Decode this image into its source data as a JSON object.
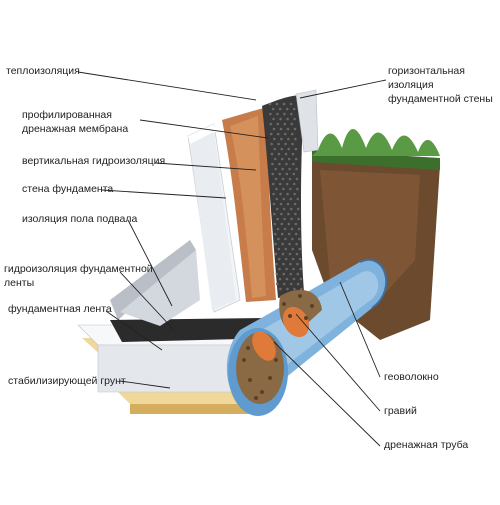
{
  "labels": {
    "thermal_insulation": "теплоизоляция",
    "horizontal_insulation": "горизонтальная изоляция\nфундаментной стены",
    "drainage_membrane": "профилированная\nдренажная мембрана",
    "vertical_waterproofing": "вертикальная гидроизоляция",
    "foundation_wall": "стена фундамента",
    "basement_floor_insulation": "изоляция пола подвала",
    "strip_waterproofing": "гидроизоляция фундаментной\nленты",
    "foundation_strip": "фундаментная лента",
    "stabilizing_soil": "стабилизирующей грунт",
    "geotextile": "геоволокно",
    "gravel": "гравий",
    "drain_pipe": "дренажная труба"
  },
  "colors": {
    "wall": "#eef0f3",
    "wall_shadow": "#c9ced6",
    "insulation": "#c87c4a",
    "membrane": "#3a3a3a",
    "pipe": "#7fb2dc",
    "gravel": "#8a6a45",
    "drain_core": "#e07a3a",
    "soil": "#6b4a2e",
    "grass": "#4f8a3a",
    "stabilizing_soil": "#e9cf8a",
    "leader": "#222222"
  }
}
